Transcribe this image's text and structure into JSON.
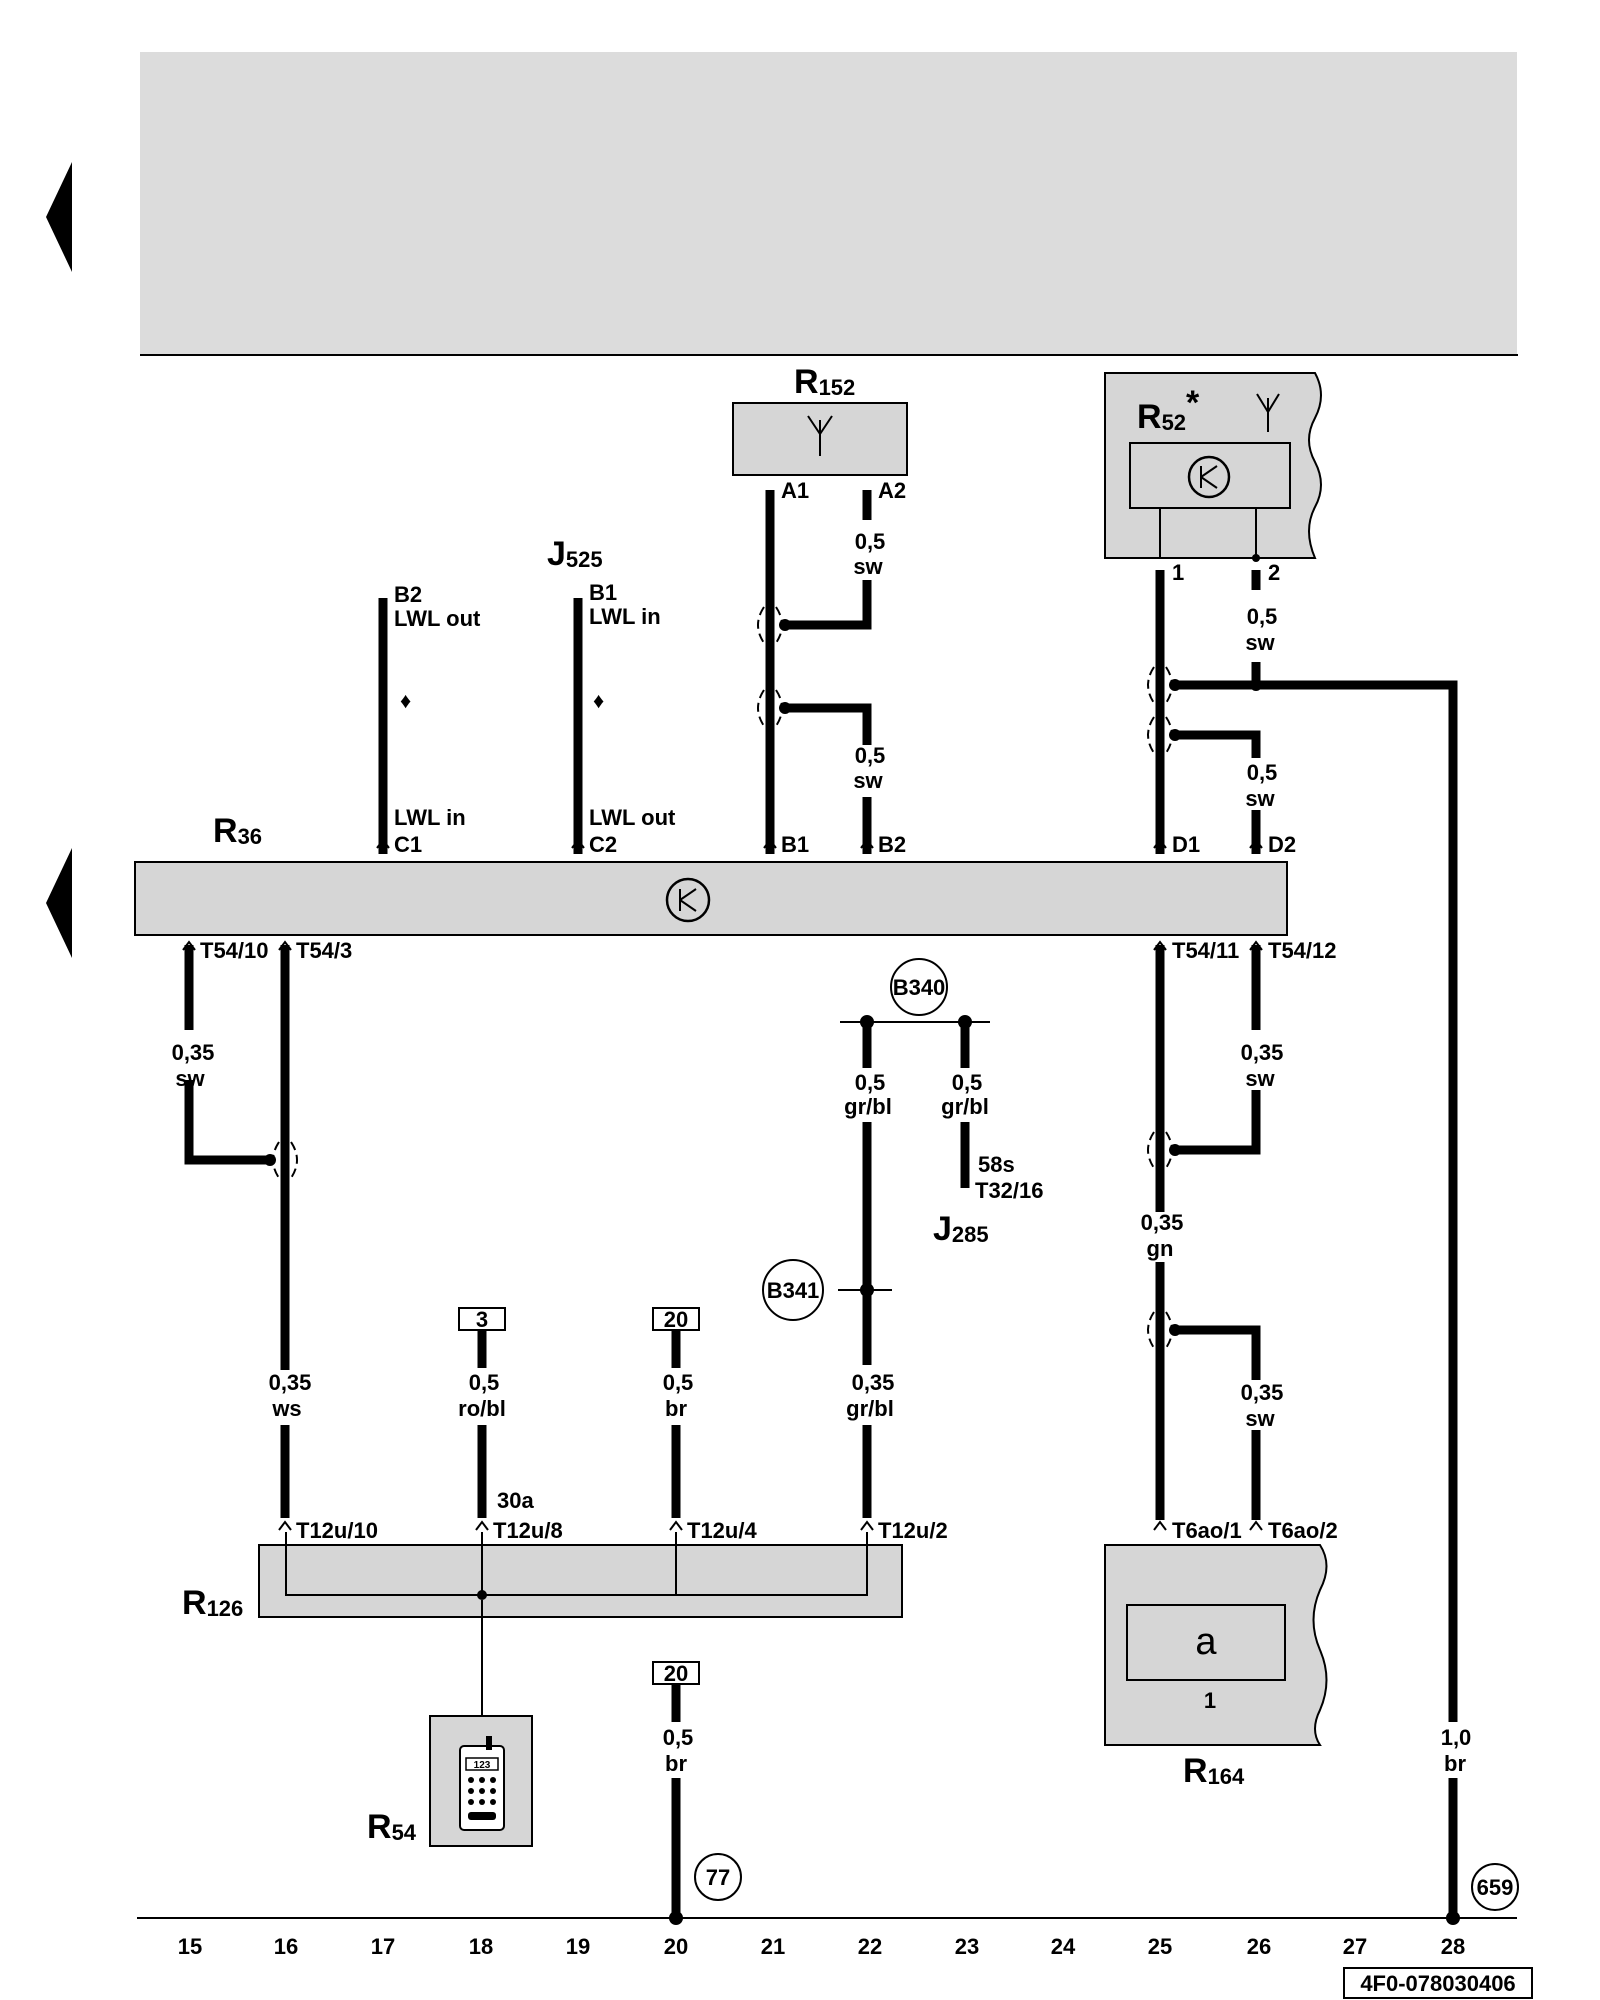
{
  "components": {
    "R152": {
      "letter": "R",
      "num": "152"
    },
    "R52": {
      "letter": "R",
      "num": "52",
      "mark": "*"
    },
    "J525": {
      "letter": "J",
      "num": "525"
    },
    "R36": {
      "letter": "R",
      "num": "36"
    },
    "J285": {
      "letter": "J",
      "num": "285"
    },
    "R126": {
      "letter": "R",
      "num": "126"
    },
    "R164": {
      "letter": "R",
      "num": "164"
    },
    "R54": {
      "letter": "R",
      "num": "54"
    }
  },
  "pins": {
    "r152_a1": "A1",
    "r152_a2": "A2",
    "r52_1": "1",
    "r52_2": "2",
    "j525_b2": "B2",
    "j525_b1": "B1",
    "r36_c1": "C1",
    "r36_c2": "C2",
    "r36_b1": "B1",
    "r36_b2": "B2",
    "r36_d1": "D1",
    "r36_d2": "D2",
    "t54_10": "T54/10",
    "t54_3": "T54/3",
    "t54_11": "T54/11",
    "t54_12": "T54/12",
    "t32_16": "T32/16",
    "t12u_10": "T12u/10",
    "t12u_8": "T12u/8",
    "t12u_4": "T12u/4",
    "t12u_2": "T12u/2",
    "t6ao_1": "T6ao/1",
    "t6ao_2": "T6ao/2"
  },
  "signals": {
    "lwl_out_top": "LWL out",
    "lwl_in_top": "LWL in",
    "lwl_in_bottom": "LWL in",
    "lwl_out_bottom": "LWL out",
    "s58s": "58s",
    "s30a": "30a"
  },
  "wires": {
    "a2": {
      "size": "0,5",
      "color": "sw"
    },
    "r36b2": {
      "size": "0,5",
      "color": "sw"
    },
    "r52_2": {
      "size": "0,5",
      "color": "sw"
    },
    "d2": {
      "size": "0,5",
      "color": "sw"
    },
    "t54_10": {
      "size": "0,35",
      "color": "sw"
    },
    "t54_12": {
      "size": "0,35",
      "color": "sw"
    },
    "b340_left": {
      "size": "0,5",
      "color": "gr/bl"
    },
    "b340_right": {
      "size": "0,5",
      "color": "gr/bl"
    },
    "t54_11": {
      "size": "0,35",
      "color": "gn"
    },
    "t6ao_2": {
      "size": "0,35",
      "color": "sw"
    },
    "t12u_10": {
      "size": "0,35",
      "color": "ws"
    },
    "t12u_8": {
      "size": "0,5",
      "color": "ro/bl"
    },
    "t12u_4": {
      "size": "0,5",
      "color": "br"
    },
    "t12u_2": {
      "size": "0,35",
      "color": "gr/bl"
    },
    "ground20": {
      "size": "0,5",
      "color": "br"
    },
    "col28": {
      "size": "1,0",
      "color": "br"
    }
  },
  "connectors": {
    "b340": "B340",
    "b341": "B341",
    "g77": "77",
    "g659": "659"
  },
  "refs": {
    "r3": "3",
    "r20a": "20",
    "r20b": "20"
  },
  "r164_inner": "1",
  "keypad_text": "123",
  "diamond": "♦",
  "columns": [
    "15",
    "16",
    "17",
    "18",
    "19",
    "20",
    "21",
    "22",
    "23",
    "24",
    "25",
    "26",
    "27",
    "28"
  ],
  "doc_id": "4F0-078030406"
}
